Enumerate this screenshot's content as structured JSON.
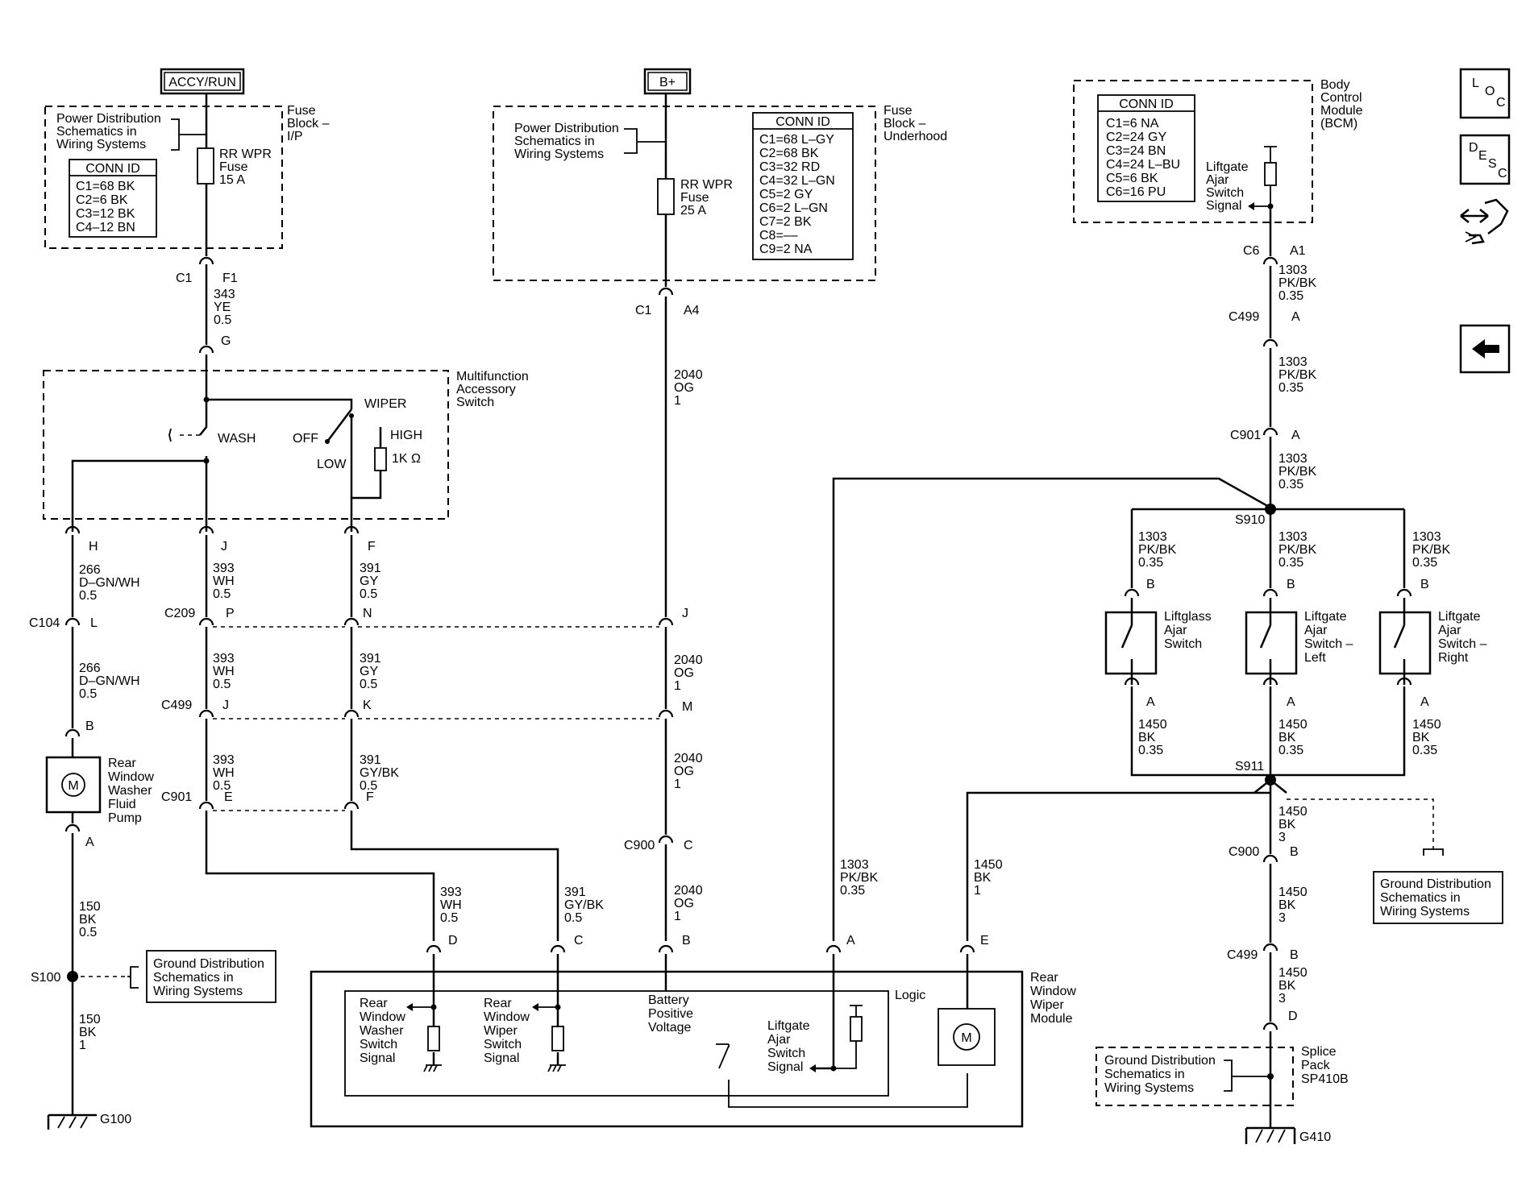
{
  "top_labels": {
    "accy_run": "ACCY/RUN",
    "b_plus": "B+"
  },
  "fuse_ip": {
    "title": [
      "Fuse",
      "Block –",
      "I/P"
    ],
    "pd_ref": [
      "Power Distribution",
      "Schematics in",
      "Wiring Systems"
    ],
    "conn_header": "CONN ID",
    "conn_rows": [
      "C1=68 BK",
      "C2=6 BK",
      "C3=12 BK",
      "C4–12 BN"
    ],
    "fuse_label": [
      "RR WPR",
      "Fuse",
      "15 A"
    ],
    "c_left": "C1",
    "c_right": "F1",
    "wire": [
      "343",
      "YE",
      "0.5"
    ],
    "g": "G"
  },
  "fuse_uh": {
    "title": [
      "Fuse",
      "Block –",
      "Underhood"
    ],
    "pd_ref": [
      "Power Distribution",
      "Schematics in",
      "Wiring Systems"
    ],
    "conn_header": "CONN ID",
    "conn_rows": [
      "C1=68 L–GY",
      "C2=68 BK",
      "C3=32 RD",
      "C4=32 L–GN",
      "C5=2 GY",
      "C6=2 L–GN",
      "C7=2 BK",
      "C8=––",
      "C9=2 NA"
    ],
    "fuse_label": [
      "RR WPR",
      "Fuse",
      "25 A"
    ],
    "c_left": "C1",
    "c_right": "A4"
  },
  "bcm": {
    "title": [
      "Body",
      "Control",
      "Module",
      "(BCM)"
    ],
    "conn_header": "CONN ID",
    "conn_rows": [
      "C1=6 NA",
      "C2=24 GY",
      "C3=24 BN",
      "C4=24 L–BU",
      "C5=6 BK",
      "C6=16 PU"
    ],
    "signal": [
      "Liftgate",
      "Ajar",
      "Switch",
      "Signal"
    ],
    "c_left": "C6",
    "c_right": "A1"
  },
  "mfs": {
    "title": [
      "Multifunction",
      "Accessory",
      "Switch"
    ],
    "wiper": "WIPER",
    "wash": "WASH",
    "off": "OFF",
    "low": "LOW",
    "high": "HIGH",
    "res": "1K Ω",
    "pins": [
      "H",
      "J",
      "F"
    ]
  },
  "connectors": {
    "c104": "C104",
    "c209": "C209",
    "c499": "C499",
    "c901": "C901",
    "c900": "C900",
    "c104_pin": "L",
    "c209_pins": [
      "P",
      "N",
      "J"
    ],
    "c499_pins": [
      "J",
      "K",
      "M"
    ],
    "c901_pins": [
      "E",
      "F"
    ],
    "c900_pin": "C"
  },
  "wires": {
    "w266": [
      "266",
      "D–GN/WH",
      "0.5"
    ],
    "w393": [
      "393",
      "WH",
      "0.5"
    ],
    "w391": [
      "391",
      "GY",
      "0.5"
    ],
    "w391b": [
      "391",
      "GY/BK",
      "0.5"
    ],
    "w2040": [
      "2040",
      "OG",
      "1"
    ],
    "w150": [
      "150",
      "BK",
      "0.5"
    ],
    "w150b": [
      "150",
      "BK",
      "1"
    ],
    "w1303": [
      "1303",
      "PK/BK",
      "0.35"
    ],
    "w1450_035": [
      "1450",
      "BK",
      "0.35"
    ],
    "w1450_3": [
      "1450",
      "BK",
      "3"
    ],
    "w1450_1": [
      "1450",
      "BK",
      "1"
    ]
  },
  "pump": {
    "label": [
      "Rear",
      "Window",
      "Washer",
      "Fluid",
      "Pump"
    ],
    "pin_top": "B",
    "pin_bot": "A",
    "motor": "M"
  },
  "grounds": {
    "s100": "S100",
    "g100": "G100",
    "g410": "G410",
    "gd_ref": [
      "Ground Distribution",
      "Schematics in",
      "Wiring Systems"
    ]
  },
  "splices": {
    "s910": "S910",
    "s911": "S911"
  },
  "switches": {
    "liftglass": [
      "Liftglass",
      "Ajar",
      "Switch"
    ],
    "left": [
      "Liftgate",
      "Ajar",
      "Switch –",
      "Left"
    ],
    "right": [
      "Liftgate",
      "Ajar",
      "Switch –",
      "Right"
    ],
    "pin_b": "B",
    "pin_a": "A"
  },
  "right_chain": {
    "c900": "C900",
    "c900_pin": "B",
    "c499": "C499",
    "c499_pin": "B",
    "c499_top": "C499",
    "c499_top_pin": "A",
    "c901": "C901",
    "c901_pin": "A",
    "d_pin": "D"
  },
  "splice_pack": {
    "label": [
      "Splice",
      "Pack",
      "SP410B"
    ]
  },
  "wiper_module": {
    "title": [
      "Rear",
      "Window",
      "Wiper",
      "Module"
    ],
    "logic": "Logic",
    "washer_sig": [
      "Rear",
      "Window",
      "Washer",
      "Switch",
      "Signal"
    ],
    "wiper_sig": [
      "Rear",
      "Window",
      "Wiper",
      "Switch",
      "Signal"
    ],
    "batt": [
      "Battery",
      "Positive",
      "Voltage"
    ],
    "liftgate_sig": [
      "Liftgate",
      "Ajar",
      "Switch",
      "Signal"
    ],
    "motor": "M",
    "pins": [
      "D",
      "C",
      "B",
      "A",
      "E"
    ]
  },
  "nav": {
    "loc": [
      "L",
      "O",
      "C"
    ],
    "desc": [
      "D",
      "E",
      "S",
      "C"
    ],
    "back_icon": "arrow-left-icon",
    "link_icon": "connector-view-icon"
  }
}
